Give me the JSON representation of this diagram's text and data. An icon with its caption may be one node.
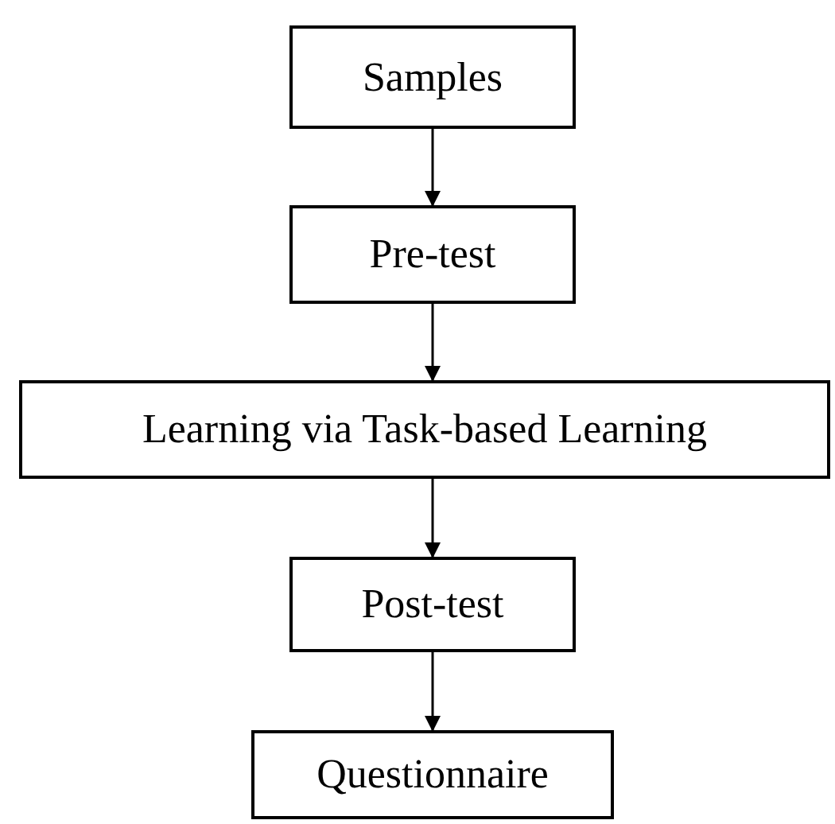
{
  "diagram": {
    "nodes": [
      {
        "text": [
          "Samples"
        ]
      },
      {
        "text": [
          "Pre-test"
        ]
      },
      {
        "text": [
          "Learning via Task-based Learning"
        ]
      },
      {
        "text": [
          "Post-test"
        ]
      },
      {
        "text": [
          "Questionnaire"
        ]
      }
    ],
    "edges": [
      {
        "from": 0,
        "to": 1,
        "arrow": "to"
      },
      {
        "from": 1,
        "to": 2,
        "arrow": "to"
      },
      {
        "from": 2,
        "to": 3,
        "arrow": "to"
      },
      {
        "from": 3,
        "to": 4,
        "arrow": "to"
      }
    ]
  }
}
